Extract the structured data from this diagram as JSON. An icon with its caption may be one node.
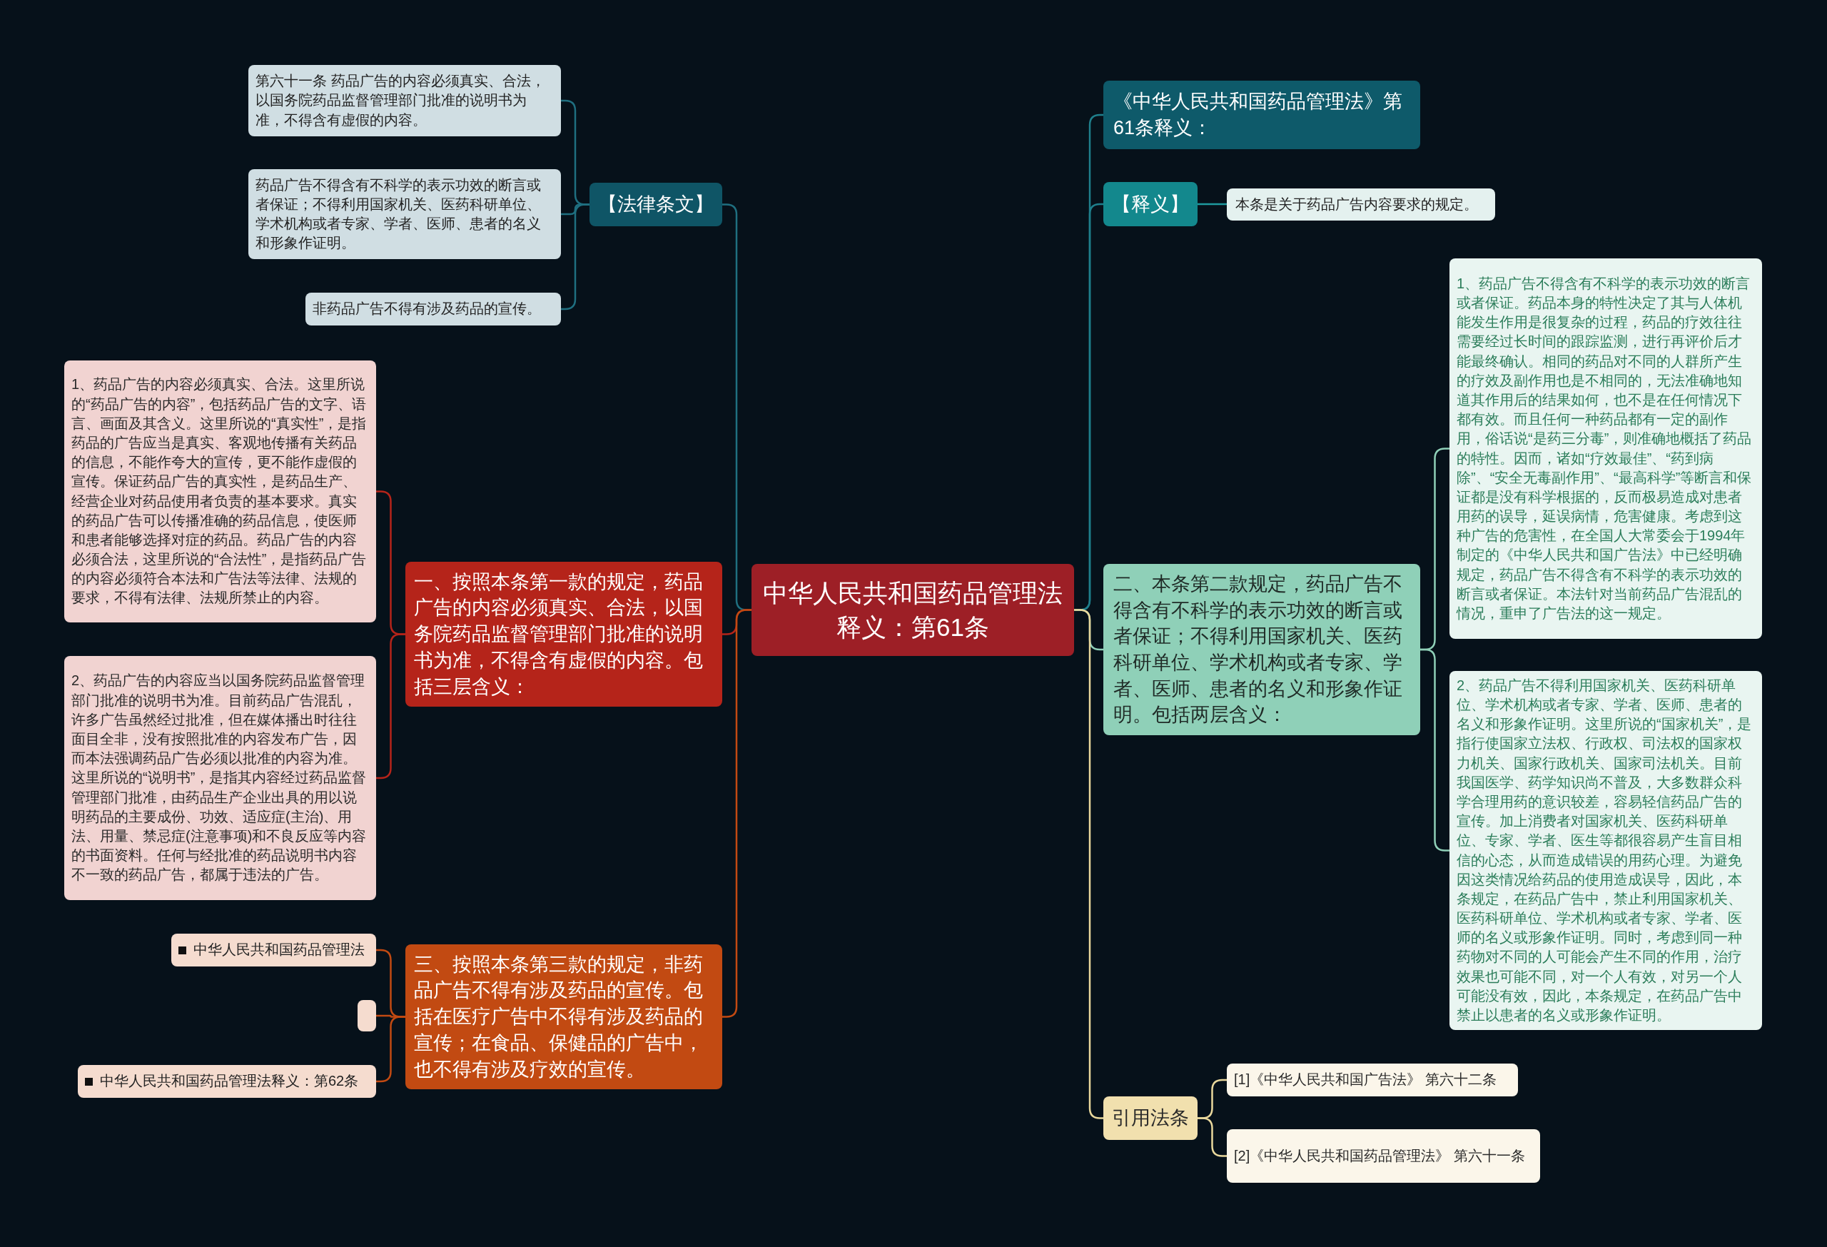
{
  "diagram": {
    "nodes": [
      {
        "text": [
          "中华人民共和国药品管理法释义：第61条"
        ]
      },
      {
        "text": [
          "《中华人民共和国药品管理法》第61条释义："
        ]
      },
      {
        "text": [
          "【释义】"
        ]
      },
      {
        "text": [
          "本条是关于药品广告内容要求的规定。"
        ]
      },
      {
        "text": [
          "二、本条第二款规定，药品广告不得含有不科学的表示功效的断言或者保证；不得利用国家机关、医药科研单位、学术机构或者专家、学者、医师、患者的名义和形象作证明。包括两层含义："
        ]
      },
      {
        "text": [
          "1、药品广告不得含有不科学的表示功效的断言或者保证。药品本身的特性决定了其与人体机能发生作用是很复杂的过程，药品的疗效往往需要经过长时间的跟踪监测，进行再评价后才能最终确认。相同的药品对不同的人群所产生的疗效及副作用也是不相同的，无法准确地知道其作用后的结果如何，也不是在任何情况下都有效。而且任何一种药品都有一定的副作用，俗话说“是药三分毒”，则准确地概括了药品的特性。因而，诸如“疗效最佳”、“药到病除”、“安全无毒副作用”、“最高科学”等断言和保证都是没有科学根据的，反而极易造成对患者用药的误导，延误病情，危害健康。考虑到这种广告的危害性，在全国人大常委会于1994年制定的《中华人民共和国广告法》中已经明确规定，药品广告不得含有不科学的表示功效的断言或者保证。本法针对当前药品广告混乱的情况，重申了广告法的这一规定。"
        ]
      },
      {
        "text": [
          "2、药品广告不得利用国家机关、医药科研单位、学术机构或者专家、学者、医师、患者的名义和形象作证明。这里所说的“国家机关”，是指行使国家立法权、行政权、司法权的国家权力机关、国家行政机关、国家司法机关。目前我国医学、药学知识尚不普及，大多数群众科学合理用药的意识较差，容易轻信药品广告的宣传。加上消费者对国家机关、医药科研单位、专家、学者、医生等都很容易产生盲目相信的心态，从而造成错误的用药心理。为避免因这类情况给药品的使用造成误导，因此，本条规定，在药品广告中，禁止利用国家机关、医药科研单位、学术机构或者专家、学者、医师的名义或形象作证明。同时，考虑到同一种药物对不同的人可能会产生不同的作用，治疗效果也可能不同，对一个人有效，对另一个人可能没有效，因此，本条规定，在药品广告中禁止以患者的名义或形象作证明。"
        ]
      },
      {
        "text": [
          "引用法条"
        ]
      },
      {
        "text": [
          "[1]《中华人民共和国广告法》 第六十二条"
        ]
      },
      {
        "text": [
          "[2]《中华人民共和国药品管理法》 第六十一条"
        ]
      },
      {
        "text": [
          "【法律条文】"
        ]
      },
      {
        "text": [
          "第六十一条 药品广告的内容必须真实、合法，以国务院药品监督管理部门批准的说明书为准，不得含有虚假的内容。"
        ]
      },
      {
        "text": [
          "药品广告不得含有不科学的表示功效的断言或者保证；不得利用国家机关、医药科研单位、学术机构或者专家、学者、医师、患者的名义和形象作证明。"
        ]
      },
      {
        "text": [
          "非药品广告不得有涉及药品的宣传。"
        ]
      },
      {
        "text": [
          "一、按照本条第一款的规定，药品广告的内容必须真实、合法，以国务院药品监督管理部门批准的说明书为准，不得含有虚假的内容。包括三层含义："
        ]
      },
      {
        "text": [
          "1、药品广告的内容必须真实、合法。这里所说的“药品广告的内容”，包括药品广告的文字、语言、画面及其含义。这里所说的“真实性”，是指药品的广告应当是真实、客观地传播有关药品的信息，不能作夸大的宣传，更不能作虚假的宣传。保证药品广告的真实性，是药品生产、经营企业对药品使用者负责的基本要求。真实的药品广告可以传播准确的药品信息，使医师和患者能够选择对症的药品。药品广告的内容必须合法，这里所说的“合法性”，是指药品广告的内容必须符合本法和广告法等法律、法规的要求，不得有法律、法规所禁止的内容。"
        ]
      },
      {
        "text": [
          "2、药品广告的内容应当以国务院药品监督管理部门批准的说明书为准。目前药品广告混乱，许多广告虽然经过批准，但在媒体播出时往往面目全非，没有按照批准的内容发布广告，因而本法强调药品广告必须以批准的内容为准。这里所说的“说明书”，是指其内容经过药品监督管理部门批准，由药品生产企业出具的用以说明药品的主要成份、功效、适应症(主治)、用法、用量、禁忌症(注意事项)和不良反应等内容的书面资料。任何与经批准的药品说明书内容不一致的药品广告，都属于违法的广告。"
        ]
      },
      {
        "text": [
          "三、按照本条第三款的规定，非药品广告不得有涉及药品的宣传。包括在医疗广告中不得有涉及药品的宣传；在食品、保健品的广告中，也不得有涉及疗效的宣传。"
        ]
      },
      {
        "text": [
          "中华人民共和国药品管理法"
        ]
      },
      {
        "text": [],
        "shape": "box"
      },
      {
        "text": [
          "中华人民共和国药品管理法释义：第62条"
        ]
      }
    ],
    "edges": [
      {
        "from": 0,
        "to": 1,
        "arrow": "none",
        "color": "#1f7f8c"
      },
      {
        "from": 0,
        "to": 2,
        "arrow": "none",
        "color": "#1f7f8c"
      },
      {
        "from": 2,
        "to": 3,
        "arrow": "none",
        "color": "#1f9a9e"
      },
      {
        "from": 0,
        "to": 4,
        "arrow": "none",
        "color": "#8fd0b8"
      },
      {
        "from": 4,
        "to": 5,
        "arrow": "none",
        "color": "#8fd0b8"
      },
      {
        "from": 4,
        "to": 6,
        "arrow": "none",
        "color": "#8fd0b8"
      },
      {
        "from": 0,
        "to": 7,
        "arrow": "none",
        "color": "#e9d89c"
      },
      {
        "from": 7,
        "to": 8,
        "arrow": "none",
        "color": "#e9d89c"
      },
      {
        "from": 7,
        "to": 9,
        "arrow": "none",
        "color": "#e9d89c"
      },
      {
        "from": 0,
        "to": 10,
        "arrow": "none",
        "color": "#1f6f80"
      },
      {
        "from": 10,
        "to": 11,
        "arrow": "none",
        "color": "#1f6f80"
      },
      {
        "from": 10,
        "to": 12,
        "arrow": "none",
        "color": "#1f6f80"
      },
      {
        "from": 10,
        "to": 13,
        "arrow": "none",
        "color": "#1f6f80"
      },
      {
        "from": 0,
        "to": 14,
        "arrow": "none",
        "color": "#b5241a"
      },
      {
        "from": 14,
        "to": 15,
        "arrow": "none",
        "color": "#b5241a"
      },
      {
        "from": 14,
        "to": 16,
        "arrow": "none",
        "color": "#b5241a"
      },
      {
        "from": 0,
        "to": 17,
        "arrow": "none",
        "color": "#c24a12"
      },
      {
        "from": 17,
        "to": 18,
        "arrow": "none",
        "color": "#c24a12"
      },
      {
        "from": 17,
        "to": 19,
        "arrow": "none",
        "color": "#c24a12"
      },
      {
        "from": 17,
        "to": 20,
        "arrow": "none",
        "color": "#c24a12"
      }
    ]
  }
}
